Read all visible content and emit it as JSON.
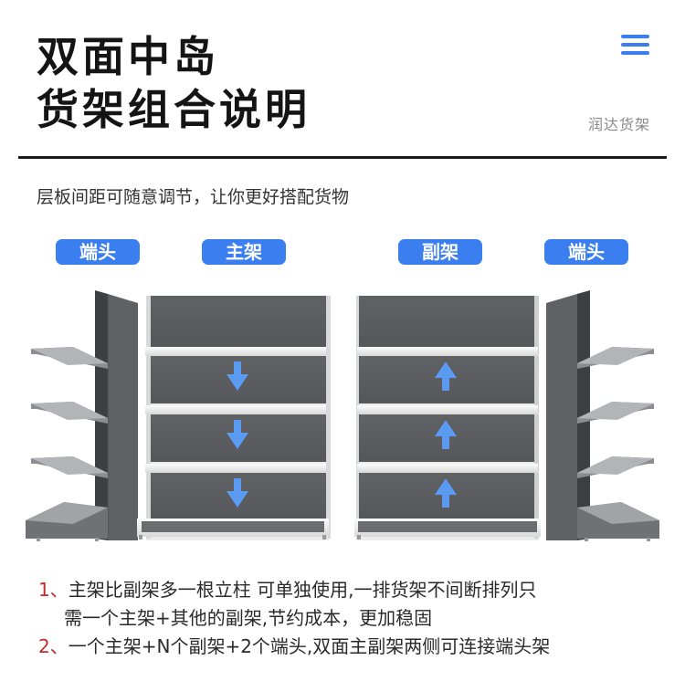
{
  "header": {
    "title_line1": "双面中岛",
    "title_line2": "货架组合说明",
    "brand": "润达货架",
    "menu_icon": "hamburger-menu-icon"
  },
  "subtitle": "层板间距可随意调节，让你更好搭配货物",
  "labels": {
    "left_end": "端头",
    "main": "主架",
    "sub": "副架",
    "right_end": "端头"
  },
  "arrows": {
    "main": "down-arrow-icon",
    "sub": "up-arrow-icon"
  },
  "notes": [
    {
      "num": "1、",
      "text": "主架比副架多一根立柱 可单独使用,一排货架不间断排列只"
    },
    {
      "num": "",
      "text": "需一个主架+其他的副架,节约成本，更加稳固"
    },
    {
      "num": "2、",
      "text": "一个主架+N个副架+2个端头,双面主副架两侧可连接端头架"
    }
  ],
  "colors": {
    "accent": "#3a7ef0",
    "shelf_dark": "#5b5d61",
    "shelf_light": "#f2f2f2",
    "arrow": "#5a9af0",
    "note_number": "#c6282a"
  }
}
